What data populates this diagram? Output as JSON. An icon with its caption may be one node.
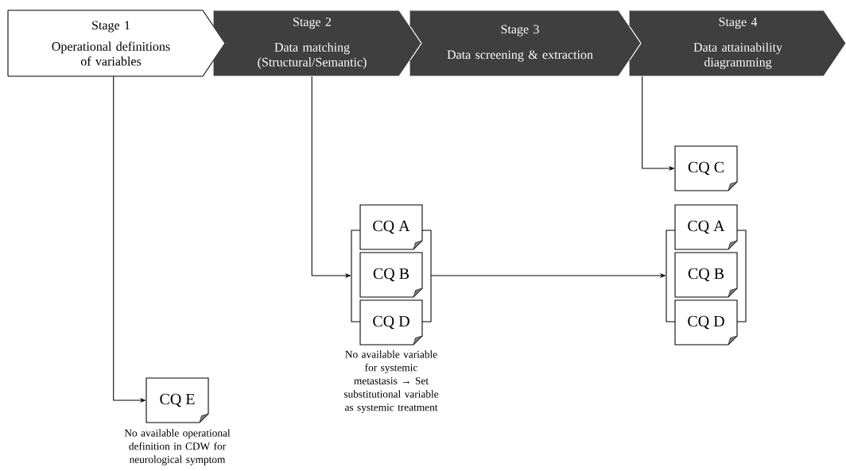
{
  "diagram": {
    "nodes": [
      {
        "text": [
          "Stage 1",
          "Operational definitions of variables"
        ]
      },
      {
        "text": [
          "Stage 2",
          "Data matching (Structural/Semantic)"
        ]
      },
      {
        "text": [
          "Stage 3",
          "Data screening & extraction"
        ]
      },
      {
        "text": [
          "Stage 4",
          "Data attainability diagramming"
        ]
      },
      {
        "text": [
          "CQ C"
        ]
      },
      {
        "text": [],
        "shape": "bracket"
      },
      {
        "text": [
          "CQ A"
        ]
      },
      {
        "text": [
          "CQ B"
        ],
        "in": 5
      },
      {
        "text": [
          "CQ D"
        ]
      },
      {
        "text": [],
        "shape": "bracket"
      },
      {
        "text": [
          "CQ A"
        ]
      },
      {
        "text": [
          "CQ B"
        ],
        "in": 9
      },
      {
        "text": [
          "CQ D"
        ]
      },
      {
        "text": [
          "CQ E"
        ],
        "beside": [
          "No available operational definition in CDW for neurological symptom"
        ]
      }
    ],
    "edges": [
      {
        "from": 3,
        "to": 4,
        "arrow": "to"
      },
      {
        "from": 1,
        "to": 5,
        "arrow": "to"
      },
      {
        "from": 5,
        "to": 9,
        "arrow": "to"
      },
      {
        "from": 0,
        "to": 13,
        "arrow": "to"
      }
    ],
    "labels": [
      "No available variable for systemic metastasis → Set substitutional variable as systemic treatment"
    ]
  }
}
